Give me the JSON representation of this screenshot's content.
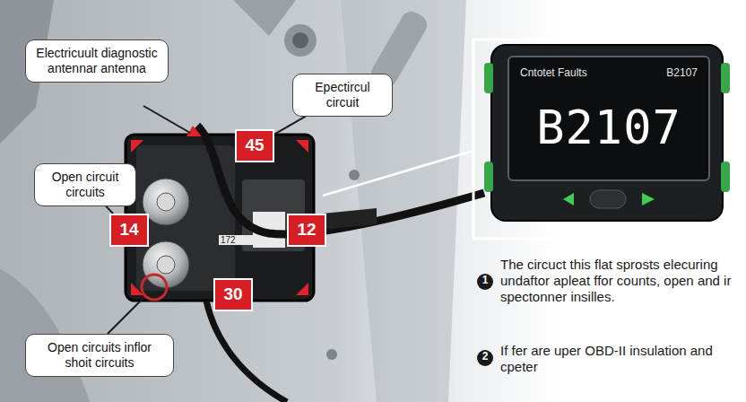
{
  "diagram": {
    "nodes": [
      {
        "text": [
          "Electricuult diagnostic antennar antenna"
        ]
      },
      {
        "text": [
          "Epectircul circuit"
        ]
      },
      {
        "text": [
          "Open circuit circuits"
        ]
      },
      {
        "text": [
          "Open circuits inflor shoit circuits"
        ]
      },
      {
        "text": [
          "45"
        ]
      },
      {
        "text": [
          "14"
        ]
      },
      {
        "text": [
          "12"
        ]
      },
      {
        "text": [
          "30"
        ]
      },
      {
        "text": [
          "Cntotet Faults",
          "B2107",
          "B2107"
        ]
      }
    ],
    "edges": [
      {
        "from": 1,
        "to": 4,
        "arrow": "none"
      },
      {
        "from": 2,
        "to": 5,
        "arrow": "none"
      }
    ],
    "labels": [
      "172",
      "1",
      "The circuct this flat sprosts elecuring undaftor apleat ffor counts, open and ir spectonner insilles.",
      "2",
      "If fer are uper OBD-II insulation and cpeter"
    ]
  }
}
